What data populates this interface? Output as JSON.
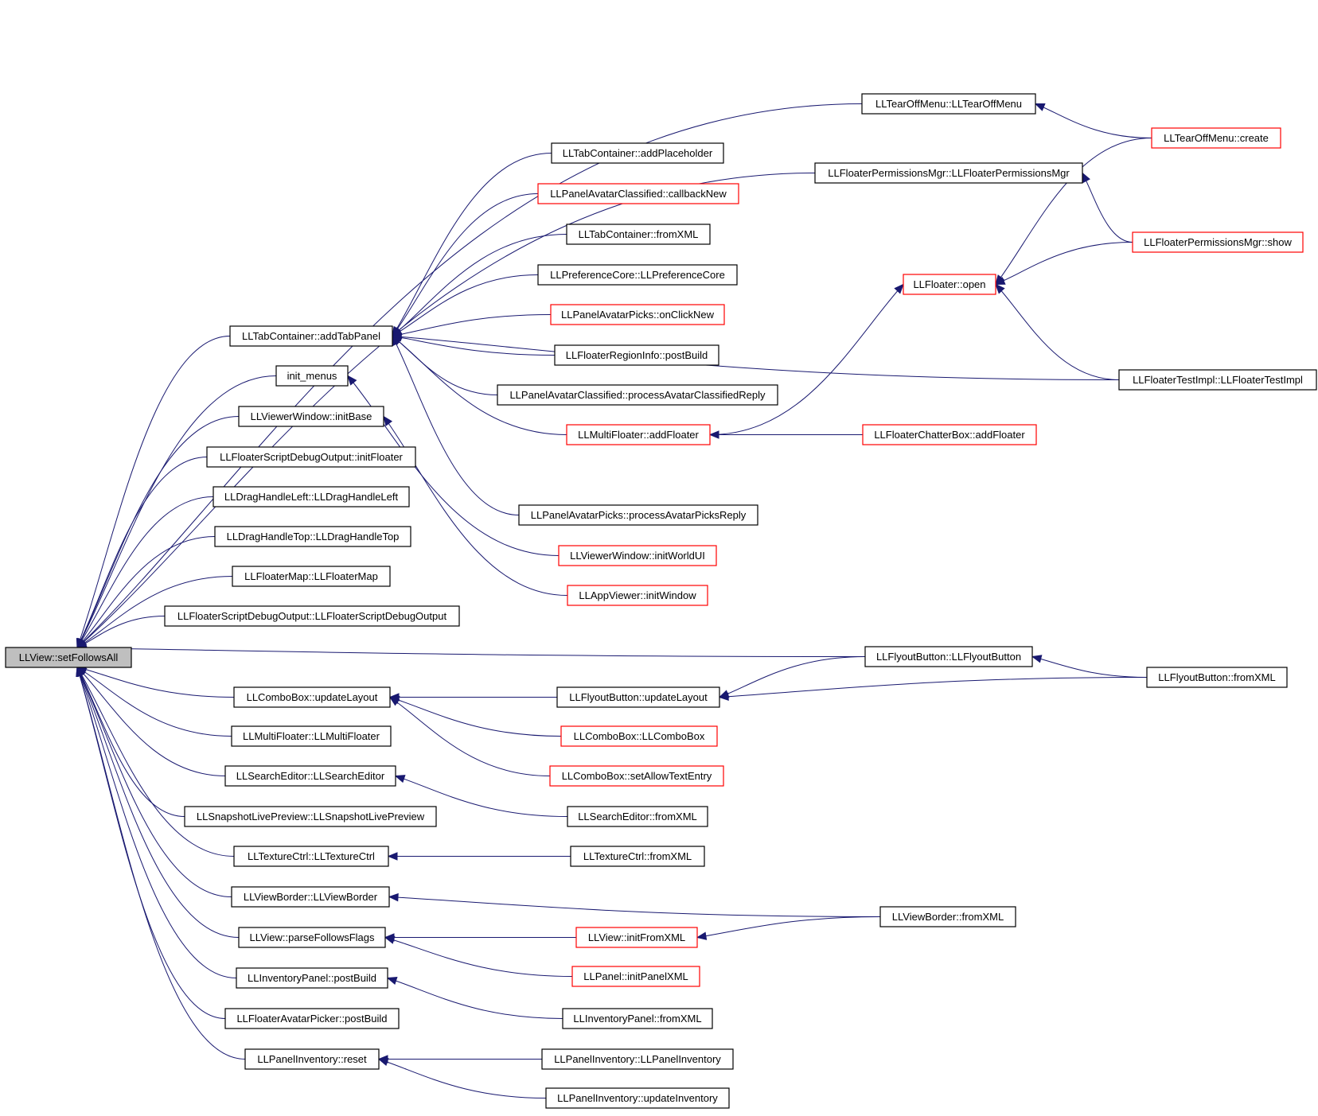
{
  "colors": {
    "edge": "#191970",
    "border_normal": "#000000",
    "border_red": "#ff0000",
    "root_fill": "#bfbfbf",
    "fill": "#ffffff"
  },
  "nodes": [
    {
      "id": "root",
      "label": "LLView::setFollowsAll",
      "style": "root"
    },
    {
      "id": "tearoff_ctor",
      "label": "LLTearOffMenu::LLTearOffMenu",
      "style": "normal"
    },
    {
      "id": "tearoff_create",
      "label": "LLTearOffMenu::create",
      "style": "red"
    },
    {
      "id": "tab_addph",
      "label": "LLTabContainer::addPlaceholder",
      "style": "normal"
    },
    {
      "id": "fpm_ctor",
      "label": "LLFloaterPermissionsMgr::LLFloaterPermissionsMgr",
      "style": "normal"
    },
    {
      "id": "pac_cbnew",
      "label": "LLPanelAvatarClassified::callbackNew",
      "style": "red"
    },
    {
      "id": "tab_fromxml",
      "label": "LLTabContainer::fromXML",
      "style": "normal"
    },
    {
      "id": "fpm_show",
      "label": "LLFloaterPermissionsMgr::show",
      "style": "red"
    },
    {
      "id": "prefcore",
      "label": "LLPreferenceCore::LLPreferenceCore",
      "style": "normal"
    },
    {
      "id": "floater_open",
      "label": "LLFloater::open",
      "style": "red"
    },
    {
      "id": "pap_onclick",
      "label": "LLPanelAvatarPicks::onClickNew",
      "style": "red"
    },
    {
      "id": "tab_addtab",
      "label": "LLTabContainer::addTabPanel",
      "style": "normal"
    },
    {
      "id": "fri_postbuild",
      "label": "LLFloaterRegionInfo::postBuild",
      "style": "normal"
    },
    {
      "id": "init_menus",
      "label": "init_menus",
      "style": "normal"
    },
    {
      "id": "fti_ctor",
      "label": "LLFloaterTestImpl::LLFloaterTestImpl",
      "style": "normal"
    },
    {
      "id": "pac_process",
      "label": "LLPanelAvatarClassified::processAvatarClassifiedReply",
      "style": "normal"
    },
    {
      "id": "vw_initbase",
      "label": "LLViewerWindow::initBase",
      "style": "normal"
    },
    {
      "id": "mf_addfloater",
      "label": "LLMultiFloater::addFloater",
      "style": "red"
    },
    {
      "id": "fcb_addfloater",
      "label": "LLFloaterChatterBox::addFloater",
      "style": "red"
    },
    {
      "id": "fsdo_init",
      "label": "LLFloaterScriptDebugOutput::initFloater",
      "style": "normal"
    },
    {
      "id": "dhl_ctor",
      "label": "LLDragHandleLeft::LLDragHandleLeft",
      "style": "normal"
    },
    {
      "id": "pap_process",
      "label": "LLPanelAvatarPicks::processAvatarPicksReply",
      "style": "normal"
    },
    {
      "id": "dht_ctor",
      "label": "LLDragHandleTop::LLDragHandleTop",
      "style": "normal"
    },
    {
      "id": "vw_initworld",
      "label": "LLViewerWindow::initWorldUI",
      "style": "red"
    },
    {
      "id": "fmap_ctor",
      "label": "LLFloaterMap::LLFloaterMap",
      "style": "normal"
    },
    {
      "id": "av_initwin",
      "label": "LLAppViewer::initWindow",
      "style": "red"
    },
    {
      "id": "fsdo_ctor",
      "label": "LLFloaterScriptDebugOutput::LLFloaterScriptDebugOutput",
      "style": "normal"
    },
    {
      "id": "fb_ctor",
      "label": "LLFlyoutButton::LLFlyoutButton",
      "style": "normal"
    },
    {
      "id": "fb_fromxml",
      "label": "LLFlyoutButton::fromXML",
      "style": "normal"
    },
    {
      "id": "cb_update",
      "label": "LLComboBox::updateLayout",
      "style": "normal"
    },
    {
      "id": "fb_update",
      "label": "LLFlyoutButton::updateLayout",
      "style": "normal"
    },
    {
      "id": "mf_ctor",
      "label": "LLMultiFloater::LLMultiFloater",
      "style": "normal"
    },
    {
      "id": "cb_ctor",
      "label": "LLComboBox::LLComboBox",
      "style": "red"
    },
    {
      "id": "se_ctor",
      "label": "LLSearchEditor::LLSearchEditor",
      "style": "normal"
    },
    {
      "id": "cb_allow",
      "label": "LLComboBox::setAllowTextEntry",
      "style": "red"
    },
    {
      "id": "slp_ctor",
      "label": "LLSnapshotLivePreview::LLSnapshotLivePreview",
      "style": "normal"
    },
    {
      "id": "se_fromxml",
      "label": "LLSearchEditor::fromXML",
      "style": "normal"
    },
    {
      "id": "tc_ctor",
      "label": "LLTextureCtrl::LLTextureCtrl",
      "style": "normal"
    },
    {
      "id": "tc_fromxml",
      "label": "LLTextureCtrl::fromXML",
      "style": "normal"
    },
    {
      "id": "vb_ctor",
      "label": "LLViewBorder::LLViewBorder",
      "style": "normal"
    },
    {
      "id": "vb_fromxml",
      "label": "LLViewBorder::fromXML",
      "style": "normal"
    },
    {
      "id": "v_parse",
      "label": "LLView::parseFollowsFlags",
      "style": "normal"
    },
    {
      "id": "v_initxml",
      "label": "LLView::initFromXML",
      "style": "red"
    },
    {
      "id": "p_initxml",
      "label": "LLPanel::initPanelXML",
      "style": "red"
    },
    {
      "id": "ip_postbuild",
      "label": "LLInventoryPanel::postBuild",
      "style": "normal"
    },
    {
      "id": "fap_postbuild",
      "label": "LLFloaterAvatarPicker::postBuild",
      "style": "normal"
    },
    {
      "id": "ip_fromxml",
      "label": "LLInventoryPanel::fromXML",
      "style": "normal"
    },
    {
      "id": "pi_reset",
      "label": "LLPanelInventory::reset",
      "style": "normal"
    },
    {
      "id": "pi_ctor",
      "label": "LLPanelInventory::LLPanelInventory",
      "style": "normal"
    },
    {
      "id": "pi_update",
      "label": "LLPanelInventory::updateInventory",
      "style": "normal"
    }
  ],
  "edges": [
    {
      "from": "tearoff_ctor",
      "to": "root"
    },
    {
      "from": "fpm_ctor",
      "to": "root"
    },
    {
      "from": "tab_addtab",
      "to": "root"
    },
    {
      "from": "init_menus",
      "to": "root"
    },
    {
      "from": "vw_initbase",
      "to": "root"
    },
    {
      "from": "fsdo_init",
      "to": "root"
    },
    {
      "from": "dhl_ctor",
      "to": "root"
    },
    {
      "from": "dht_ctor",
      "to": "root"
    },
    {
      "from": "fmap_ctor",
      "to": "root"
    },
    {
      "from": "fsdo_ctor",
      "to": "root"
    },
    {
      "from": "fb_ctor",
      "to": "root"
    },
    {
      "from": "cb_update",
      "to": "root"
    },
    {
      "from": "mf_ctor",
      "to": "root"
    },
    {
      "from": "se_ctor",
      "to": "root"
    },
    {
      "from": "slp_ctor",
      "to": "root"
    },
    {
      "from": "tc_ctor",
      "to": "root"
    },
    {
      "from": "vb_ctor",
      "to": "root"
    },
    {
      "from": "v_parse",
      "to": "root"
    },
    {
      "from": "ip_postbuild",
      "to": "root"
    },
    {
      "from": "fap_postbuild",
      "to": "root"
    },
    {
      "from": "pi_reset",
      "to": "root"
    },
    {
      "from": "tearoff_create",
      "to": "tearoff_ctor"
    },
    {
      "from": "tearoff_create",
      "to": "floater_open"
    },
    {
      "from": "fpm_show",
      "to": "fpm_ctor"
    },
    {
      "from": "fpm_show",
      "to": "floater_open"
    },
    {
      "from": "fti_ctor",
      "to": "floater_open"
    },
    {
      "from": "fti_ctor",
      "to": "tab_addtab"
    },
    {
      "from": "mf_addfloater",
      "to": "floater_open"
    },
    {
      "from": "tab_addph",
      "to": "tab_addtab"
    },
    {
      "from": "pac_cbnew",
      "to": "tab_addtab"
    },
    {
      "from": "tab_fromxml",
      "to": "tab_addtab"
    },
    {
      "from": "prefcore",
      "to": "tab_addtab"
    },
    {
      "from": "pap_onclick",
      "to": "tab_addtab"
    },
    {
      "from": "fri_postbuild",
      "to": "tab_addtab"
    },
    {
      "from": "pac_process",
      "to": "tab_addtab"
    },
    {
      "from": "mf_addfloater",
      "to": "tab_addtab"
    },
    {
      "from": "pap_process",
      "to": "tab_addtab"
    },
    {
      "from": "vw_initworld",
      "to": "init_menus"
    },
    {
      "from": "av_initwin",
      "to": "vw_initbase"
    },
    {
      "from": "fcb_addfloater",
      "to": "mf_addfloater"
    },
    {
      "from": "fb_fromxml",
      "to": "fb_ctor"
    },
    {
      "from": "fb_fromxml",
      "to": "fb_update"
    },
    {
      "from": "fb_ctor",
      "to": "fb_update"
    },
    {
      "from": "fb_update",
      "to": "cb_update"
    },
    {
      "from": "cb_ctor",
      "to": "cb_update"
    },
    {
      "from": "cb_allow",
      "to": "cb_update"
    },
    {
      "from": "se_fromxml",
      "to": "se_ctor"
    },
    {
      "from": "tc_fromxml",
      "to": "tc_ctor"
    },
    {
      "from": "vb_fromxml",
      "to": "vb_ctor"
    },
    {
      "from": "vb_fromxml",
      "to": "v_initxml"
    },
    {
      "from": "v_initxml",
      "to": "v_parse"
    },
    {
      "from": "p_initxml",
      "to": "v_parse"
    },
    {
      "from": "ip_fromxml",
      "to": "ip_postbuild"
    },
    {
      "from": "pi_ctor",
      "to": "pi_reset"
    },
    {
      "from": "pi_update",
      "to": "pi_reset"
    }
  ]
}
